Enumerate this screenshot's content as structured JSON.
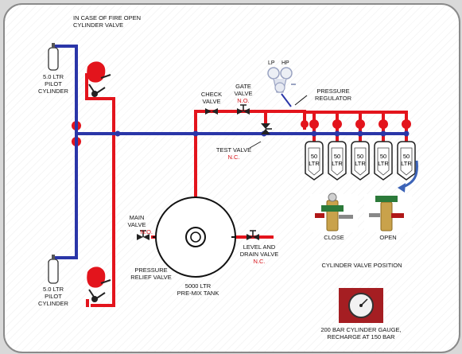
{
  "colors": {
    "pipe_red": "#e3141c",
    "pipe_blue": "#2a36a8",
    "text_red": "#d7141a",
    "arrow_blue": "#3c63b7",
    "frame": "#8a8a8a"
  },
  "labels": {
    "fire_instruction_1": "IN CASE OF FIRE OPEN",
    "fire_instruction_2": "CYLINDER VALVE",
    "pilot_top_1": "5.0 LTR",
    "pilot_top_2": "PILOT",
    "pilot_top_3": "CYLINDER",
    "pilot_bottom_1": "5.0 LTR",
    "pilot_bottom_2": "PILOT",
    "pilot_bottom_3": "CYLINDER",
    "check_valve_1": "CHECK",
    "check_valve_2": "VALVE",
    "gate_valve_1": "GATE",
    "gate_valve_2": "VALVE",
    "gate_valve_state": "N.O.",
    "test_valve": "TEST VALVE",
    "test_valve_state": "N.C.",
    "lp": "LP",
    "hp": "HP",
    "pressure_regulator_1": "PRESSURE",
    "pressure_regulator_2": "REGULATOR",
    "main_valve_1": "MAIN",
    "main_valve_2": "VALVE",
    "main_valve_state": "N.O.",
    "level_drain_1": "LEVEL AND",
    "level_drain_2": "DRAIN VALVE",
    "level_drain_state": "N.C.",
    "relief_valve_1": "PRESSURE",
    "relief_valve_2": "RELIEF VALVE",
    "tank_1": "5000 LTR",
    "tank_2": "PRE-MIX TANK",
    "close": "CLOSE",
    "open": "OPEN",
    "valve_position": "CYLINDER VALVE POSITION",
    "gauge_1": "200 BAR CYLINDER GAUGE,",
    "gauge_2": "RECHARGE AT 150 BAR"
  },
  "cylinder_bank": {
    "count": 5,
    "line_1": "50",
    "line_2": "LTR"
  }
}
